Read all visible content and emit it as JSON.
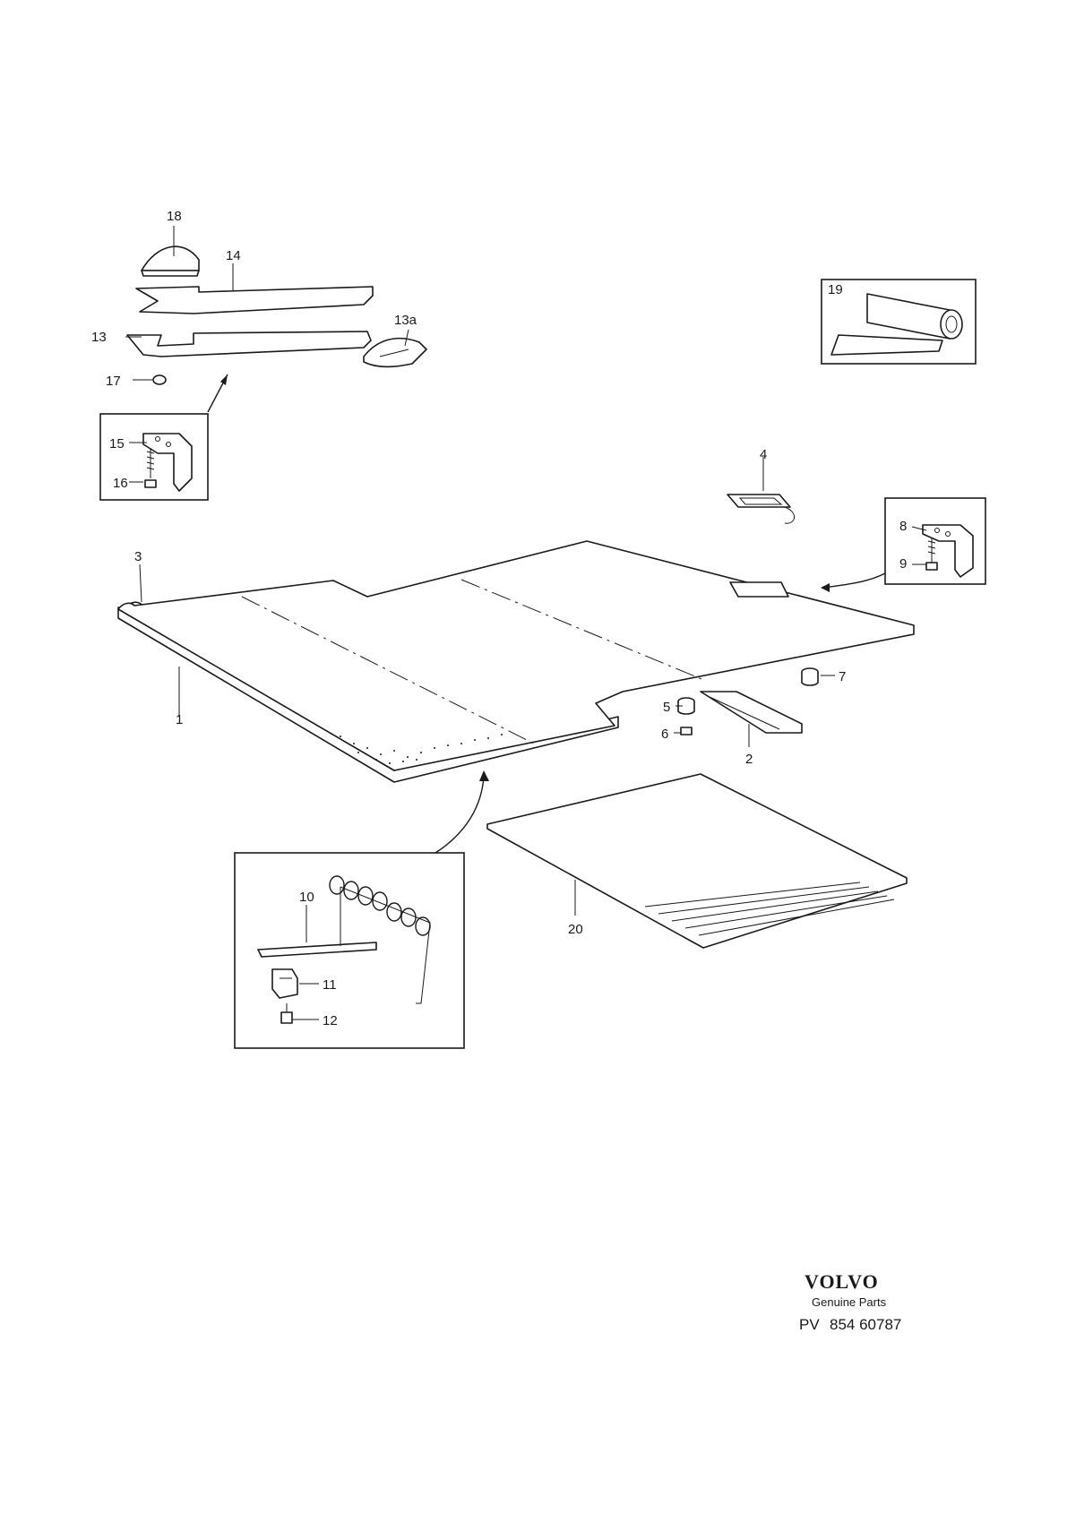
{
  "labels": {
    "l1": "1",
    "l2": "2",
    "l3": "3",
    "l4": "4",
    "l5": "5",
    "l6": "6",
    "l7": "7",
    "l8": "8",
    "l9": "9",
    "l10": "10",
    "l11": "11",
    "l12": "12",
    "l13": "13",
    "l13a": "13a",
    "l14": "14",
    "l15": "15",
    "l16": "16",
    "l17": "17",
    "l18": "18",
    "l19": "19",
    "l20": "20"
  },
  "footer": {
    "brand": "VOLVO",
    "subtitle": "Genuine Parts",
    "pv_prefix": "PV",
    "pv_number": "854 60787"
  },
  "colors": {
    "ink": "#1a1a1a",
    "paper": "#ffffff"
  }
}
